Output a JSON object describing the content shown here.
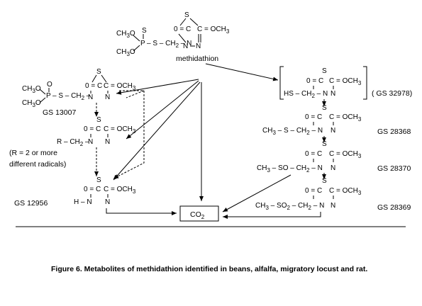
{
  "figure": {
    "caption": "Figure 6.  Metabolites of methidathion identified in beans, alfalfa, migratory locust and rat.",
    "compounds": {
      "methidathion": {
        "name": "methidathion"
      },
      "gs13007": {
        "code": "GS  13007"
      },
      "r_deriv": {
        "note_line1": "(R = 2 or more",
        "note_line2": "different radicals)"
      },
      "gs12956": {
        "code": "GS  12956"
      },
      "co2": {
        "label": "CO",
        "sub": "2"
      },
      "gs32978": {
        "code": "( GS  32978)"
      },
      "gs28368": {
        "code": "GS  28368"
      },
      "gs28370": {
        "code": "GS  28370"
      },
      "gs28369": {
        "code": "GS  28369"
      }
    },
    "ring_atoms": {
      "s": "S",
      "o": "O",
      "c": "C",
      "n": "N",
      "och3": "OCH3"
    },
    "substituents": {
      "meo": "CH3O",
      "p_s": "S",
      "p": "P",
      "sch2": "S – CH2 –",
      "sch2_plain": "– S – CH2 – N",
      "r_ch2": "R – CH2 –",
      "h_n": "H – N",
      "hs_ch2": "HS – CH2 –",
      "ch3_s_ch2": "CH3 – S – CH2 –",
      "ch3_so_ch2": "CH3 – SO – CH2 –",
      "ch3_so2_ch2": "CH3 – SO2 – CH2 –",
      "o_eq": "O",
      "eq": "=",
      "dbl": "N"
    }
  }
}
